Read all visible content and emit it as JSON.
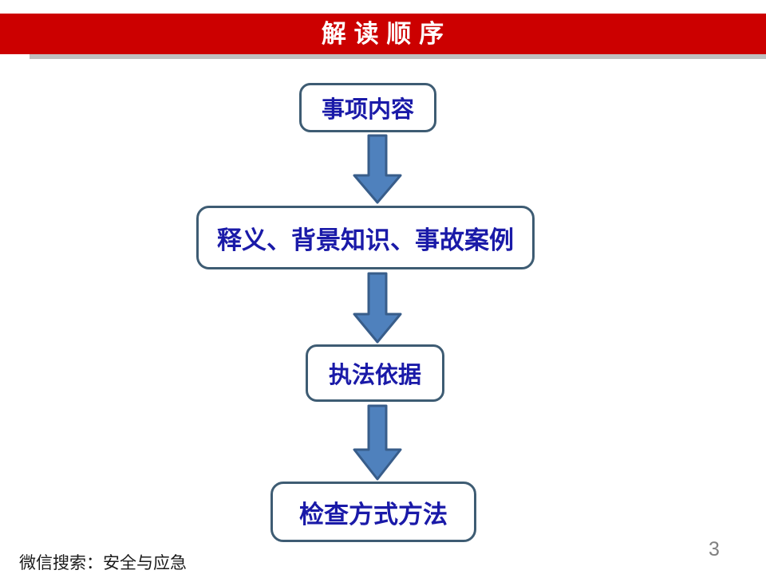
{
  "slide": {
    "page_number": "3",
    "background_color": "#ffffff",
    "footer_note": "微信搜索：安全与应急"
  },
  "header": {
    "title": "解 读 顺 序",
    "band_color": "#cc0000",
    "title_color": "#ffffff",
    "underline_color": "#bfbfbf"
  },
  "flowchart": {
    "box_border_color": "#3e5c73",
    "box_text_color": "#1a1aa8",
    "arrow_fill_color": "#4f81bd",
    "arrow_stroke_color": "#385d8a",
    "direction": "top-to-bottom",
    "steps": [
      {
        "id": "step-1",
        "label": "事项内容"
      },
      {
        "id": "step-2",
        "label": "释义、背景知识、事故案例"
      },
      {
        "id": "step-3",
        "label": "执法依据"
      },
      {
        "id": "step-4",
        "label": "检查方式方法"
      }
    ],
    "connectors": [
      {
        "id": "arrow-1",
        "from": "step-1",
        "to": "step-2",
        "glyph": "down-arrow"
      },
      {
        "id": "arrow-2",
        "from": "step-2",
        "to": "step-3",
        "glyph": "down-arrow"
      },
      {
        "id": "arrow-3",
        "from": "step-3",
        "to": "step-4",
        "glyph": "down-arrow"
      }
    ]
  }
}
